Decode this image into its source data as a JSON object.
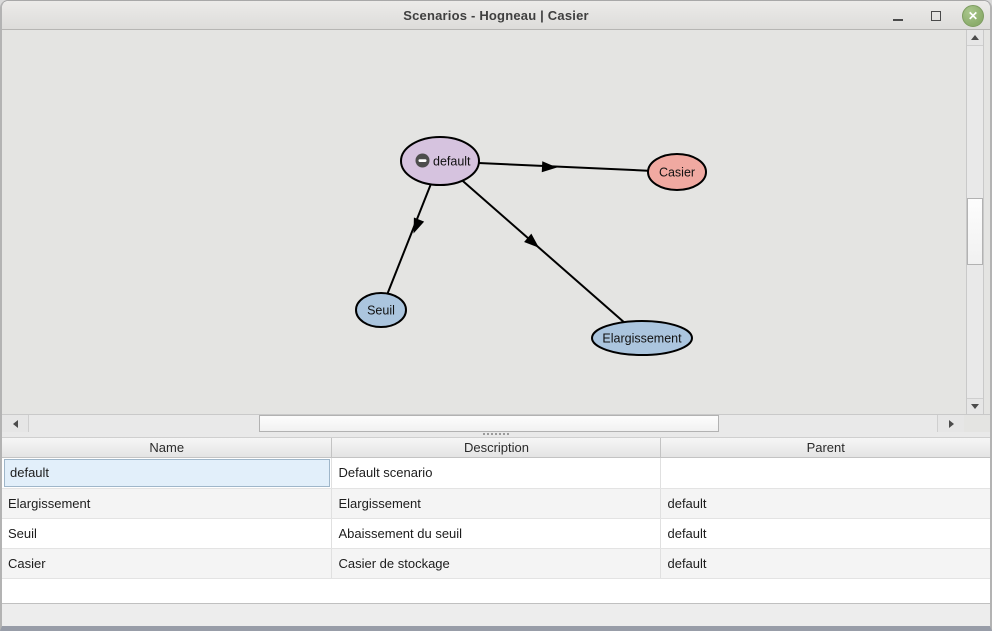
{
  "window": {
    "title": "Scenarios - Hogneau | Casier"
  },
  "icons": {
    "close": "✕"
  },
  "graph": {
    "background": "#e4e4e2",
    "nodes": [
      {
        "label": "default",
        "fill": "#d6c3df",
        "icon": "minus-circle",
        "shape": "ellipse"
      },
      {
        "label": "Casier",
        "fill": "#f0a9a1",
        "shape": "ellipse"
      },
      {
        "label": "Seuil",
        "fill": "#abc5de",
        "shape": "ellipse"
      },
      {
        "label": "Elargissement",
        "fill": "#abc5de",
        "shape": "ellipse"
      }
    ],
    "edges": [
      {
        "from": "default",
        "to": "Casier"
      },
      {
        "from": "default",
        "to": "Seuil"
      },
      {
        "from": "default",
        "to": "Elargissement"
      }
    ]
  },
  "table": {
    "columns": [
      "Name",
      "Description",
      "Parent"
    ],
    "rows": [
      {
        "name": "default",
        "description": "Default scenario",
        "parent": ""
      },
      {
        "name": "Elargissement",
        "description": "Elargissement",
        "parent": "default"
      },
      {
        "name": "Seuil",
        "description": "Abaissement du seuil",
        "parent": "default"
      },
      {
        "name": "Casier",
        "description": "Casier de stockage",
        "parent": "default"
      }
    ],
    "selected_row": "default"
  }
}
